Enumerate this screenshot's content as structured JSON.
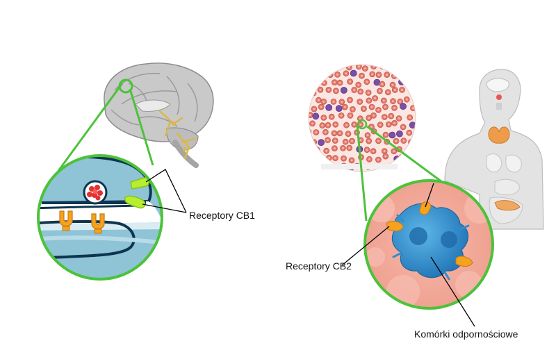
{
  "labels": {
    "cb1_receptors": "Receptory CB1",
    "cb2_receptors": "Receptory CB2",
    "immune_cells": "Komórki odpornościowe"
  },
  "colors": {
    "magnifier_green": "#4cc23a",
    "brain_gray": "#b9b9b9",
    "synapse_blue": "#8fc3d6",
    "neuron_outline": "#0d3550",
    "cb1_receptor": "#b7ef2e",
    "vesicle_red": "#e23333",
    "orange_receptor": "#f4a21f",
    "immune_blue": "#2f8fce",
    "tissue_pink": "#f3a89a",
    "blood_cell_red": "#e2786a",
    "blood_cell_purple": "#7a4fa8",
    "body_gray": "#d9d9d9",
    "thyroid_orange": "#ee9c4a"
  }
}
